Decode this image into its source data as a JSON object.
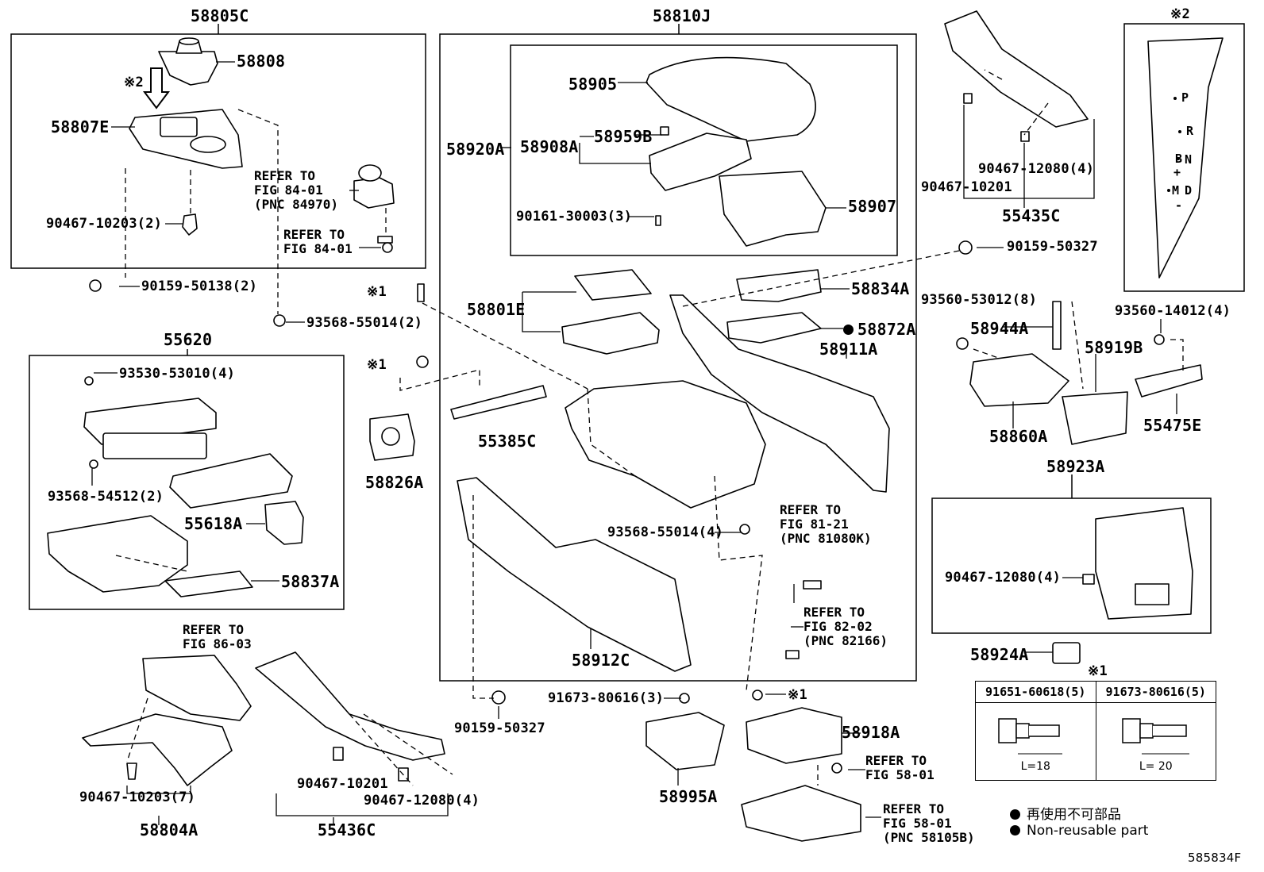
{
  "labels": {
    "top_left_assy": "58805C",
    "top_center_assy": "58810J",
    "left_mid_assy": "55620",
    "right_mid_assy": "58923A",
    "p58808": "58808",
    "note2_arrow": "※2",
    "p58807E": "58807E",
    "p90467_10203_2": "90467-10203(2)",
    "p90159_50138_2": "90159-50138(2)",
    "p93568_55014_2": "93568-55014(2)",
    "p93530_53010_4": "93530-53010(4)",
    "p93568_54512_2": "93568-54512(2)",
    "p55618A": "55618A",
    "p58837A": "58837A",
    "p90467_10203_7": "90467-10203(7)",
    "p58804A": "58804A",
    "p55436C": "55436C",
    "p90467_10201_b": "90467-10201",
    "p90467_12080_4_b": "90467-12080(4)",
    "note1_a": "※1",
    "note1_b": "※1",
    "p58826A": "58826A",
    "p55385C": "55385C",
    "p58801E": "58801E",
    "p58920A": "58920A",
    "p58905": "58905",
    "p58908A": "58908A",
    "p58959B": "58959B",
    "p90161_30003_3": "90161-30003(3)",
    "p58907": "58907",
    "p58834A": "58834A",
    "p58872A": "58872A",
    "p58911A": "58911A",
    "p93568_55014_4": "93568-55014(4)",
    "p58912C": "58912C",
    "p90159_50327_b": "90159-50327",
    "p91673_80616_3": "91673-80616(3)",
    "note1_c": "※1",
    "p58918A": "58918A",
    "p58995A": "58995A",
    "p90159_50327_a": "90159-50327",
    "p90467_12080_4_a": "90467-12080(4)",
    "p90467_10201_a": "90467-10201",
    "p55435C": "55435C",
    "note2_box": "※2",
    "p93560_53012_8": "93560-53012(8)",
    "p93560_14012_4": "93560-14012(4)",
    "p58944A": "58944A",
    "p58919B": "58919B",
    "p58860A": "58860A",
    "p55475E": "55475E",
    "p90467_12080_4_c": "90467-12080(4)",
    "p58924A": "58924A",
    "note1_table": "※1",
    "figure_id": "585834F"
  },
  "refers": {
    "r84_01_pnc": [
      "REFER TO",
      "FIG 84-01",
      "(PNC 84970)"
    ],
    "r84_01": [
      "REFER TO",
      "FIG 84-01"
    ],
    "r86_03": [
      "REFER TO",
      "FIG 86-03"
    ],
    "r81_21": [
      "REFER TO",
      "FIG 81-21",
      "(PNC 81080K)"
    ],
    "r82_02": [
      "REFER TO",
      "FIG 82-02",
      "(PNC 82166)"
    ],
    "r58_01": [
      "REFER TO",
      "FIG 58-01"
    ],
    "r58_01_pnc": [
      "REFER TO",
      "FIG 58-01",
      "(PNC 58105B)"
    ]
  },
  "shift_gate": [
    "P",
    "R",
    "N",
    "D",
    "M",
    "+",
    "-",
    "B"
  ],
  "fastener_table": {
    "col1_part": "91651-60618(5)",
    "col2_part": "91673-80616(5)",
    "col1_len": "L=18",
    "col2_len": "L= 20"
  },
  "legend": {
    "item1": "再使用不可部品",
    "item2": "Non-reusable part"
  }
}
